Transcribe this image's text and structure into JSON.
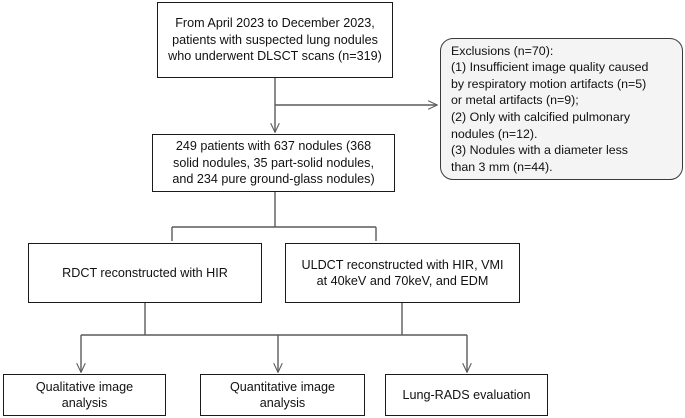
{
  "figure": {
    "kind": "study-flow-diagram",
    "background_color": "#ffffff",
    "line_color": "#5a5a5a",
    "box_border_color": "#1a1a1a",
    "callout_fill_color": "#f4f4f4",
    "text_color": "#111111"
  },
  "nodes": {
    "cohort": {
      "text": "From April 2023 to December 2023,\npatients with suspected lung nodules\nwho underwent DLSCT scans (n=319)"
    },
    "exclusions": {
      "text": "Exclusions (n=70):\n(1) Insufficient image quality caused\nby respiratory motion artifacts (n=5)\nor metal artifacts (n=9);\n(2) Only with calcified pulmonary\nnodules (n=12).\n(3) Nodules with a diameter less\nthan 3 mm (n=44)."
    },
    "included": {
      "text": "249 patients with 637 nodules (368\nsolid nodules, 35 part-solid nodules,\nand 234 pure ground-glass nodules)"
    },
    "rdct": {
      "text": "RDCT reconstructed with HIR"
    },
    "uldct": {
      "text": "ULDCT reconstructed with HIR, VMI\nat 40keV and 70keV, and EDM"
    },
    "qualitative": {
      "text": "Qualitative image\nanalysis"
    },
    "quantitative": {
      "text": "Quantitative image\nanalysis"
    },
    "lungrads": {
      "text": "Lung-RADS evaluation"
    }
  }
}
